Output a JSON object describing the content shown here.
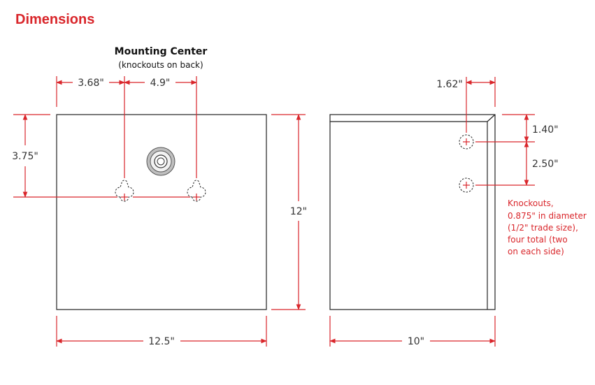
{
  "title": "Dimensions",
  "front": {
    "heading": "Mounting Center",
    "subheading": "(knockouts on back)",
    "dims": {
      "left_offset": "3.68\"",
      "spacing": "4.9\"",
      "height_to_center": "3.75\"",
      "height": "12\"",
      "width": "12.5\""
    }
  },
  "side": {
    "dims": {
      "knockout_offset": "1.62\"",
      "top_to_knockout": "1.40\"",
      "knockout_spacing": "2.50\"",
      "depth": "10\""
    },
    "note_lines": [
      "Knockouts,",
      "0.875\" in diameter",
      "(1/2\" trade size),",
      "four total (two",
      "on each side)"
    ]
  },
  "colors": {
    "accent": "#d9262b",
    "outline": "#222222"
  }
}
